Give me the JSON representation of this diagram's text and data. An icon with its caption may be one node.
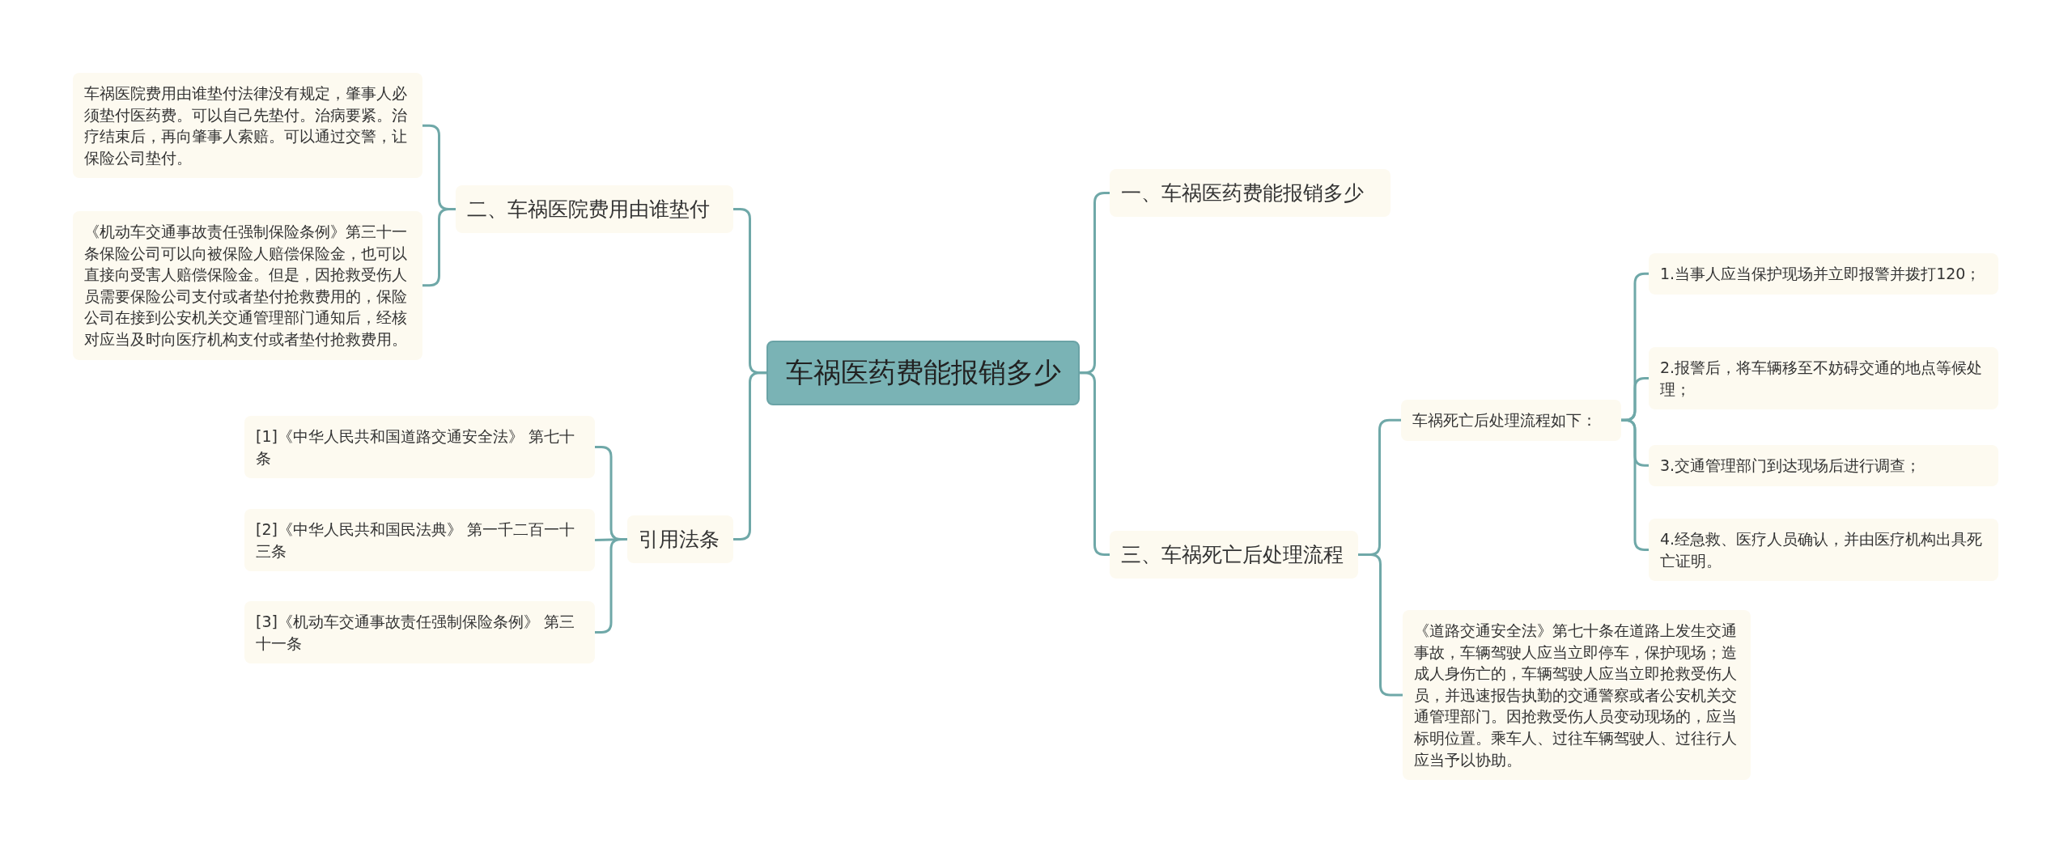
{
  "diagram": {
    "nodes": [
      {
        "text": [
          "车祸医药费能报销多少"
        ]
      },
      {
        "text": [
          "二、车祸医院费用由谁垫付"
        ]
      },
      {
        "text": [
          "车祸医院费用由谁垫付法律没有规定，肇事人必须垫付医药费。可以自己先垫付。治病要紧。治疗结束后，再向肇事人索赔。可以通过交警，让保险公司垫付。"
        ]
      },
      {
        "text": [
          "《机动车交通事故责任强制保险条例》第三十一条保险公司可以向被保险人赔偿保险金，也可以直接向受害人赔偿保险金。但是，因抢救受伤人员需要保险公司支付或者垫付抢救费用的，保险公司在接到公安机关交通管理部门通知后，经核对应当及时向医疗机构支付或者垫付抢救费用。"
        ]
      },
      {
        "text": [
          "引用法条"
        ]
      },
      {
        "text": [
          "[1]《中华人民共和国道路交通安全法》 第七十条"
        ]
      },
      {
        "text": [
          "[2]《中华人民共和国民法典》 第一千二百一十三条"
        ]
      },
      {
        "text": [
          "[3]《机动车交通事故责任强制保险条例》 第三十一条"
        ]
      },
      {
        "text": [
          "一、车祸医药费能报销多少"
        ]
      },
      {
        "text": [
          "三、车祸死亡后处理流程"
        ]
      },
      {
        "text": [
          "车祸死亡后处理流程如下："
        ]
      },
      {
        "text": [
          "1.当事人应当保护现场并立即报警并拨打120；"
        ]
      },
      {
        "text": [
          "2.报警后，将车辆移至不妨碍交通的地点等候处理；"
        ]
      },
      {
        "text": [
          "3.交通管理部门到达现场后进行调查；"
        ]
      },
      {
        "text": [
          "4.经急救、医疗人员确认，并由医疗机构出具死亡证明。"
        ]
      },
      {
        "text": [
          "《道路交通安全法》第七十条在道路上发生交通事故，车辆驾驶人应当立即停车，保护现场；造成人身伤亡的，车辆驾驶人应当立即抢救受伤人员，并迅速报告执勤的交通警察或者公安机关交通管理部门。因抢救受伤人员变动现场的，应当标明位置。乘车人、过往车辆驾驶人、过往行人应当予以协助。"
        ]
      }
    ],
    "edges": [
      {
        "from": 0,
        "to": 1,
        "arrow": "none"
      },
      {
        "from": 1,
        "to": 2,
        "arrow": "none"
      },
      {
        "from": 1,
        "to": 3,
        "arrow": "none"
      },
      {
        "from": 0,
        "to": 4,
        "arrow": "none"
      },
      {
        "from": 4,
        "to": 5,
        "arrow": "none"
      },
      {
        "from": 4,
        "to": 6,
        "arrow": "none"
      },
      {
        "from": 4,
        "to": 7,
        "arrow": "none"
      },
      {
        "from": 0,
        "to": 8,
        "arrow": "none"
      },
      {
        "from": 0,
        "to": 9,
        "arrow": "none"
      },
      {
        "from": 9,
        "to": 10,
        "arrow": "none"
      },
      {
        "from": 10,
        "to": 11,
        "arrow": "none"
      },
      {
        "from": 10,
        "to": 12,
        "arrow": "none"
      },
      {
        "from": 10,
        "to": 13,
        "arrow": "none"
      },
      {
        "from": 10,
        "to": 14,
        "arrow": "none"
      },
      {
        "from": 9,
        "to": 15,
        "arrow": "none"
      }
    ]
  }
}
